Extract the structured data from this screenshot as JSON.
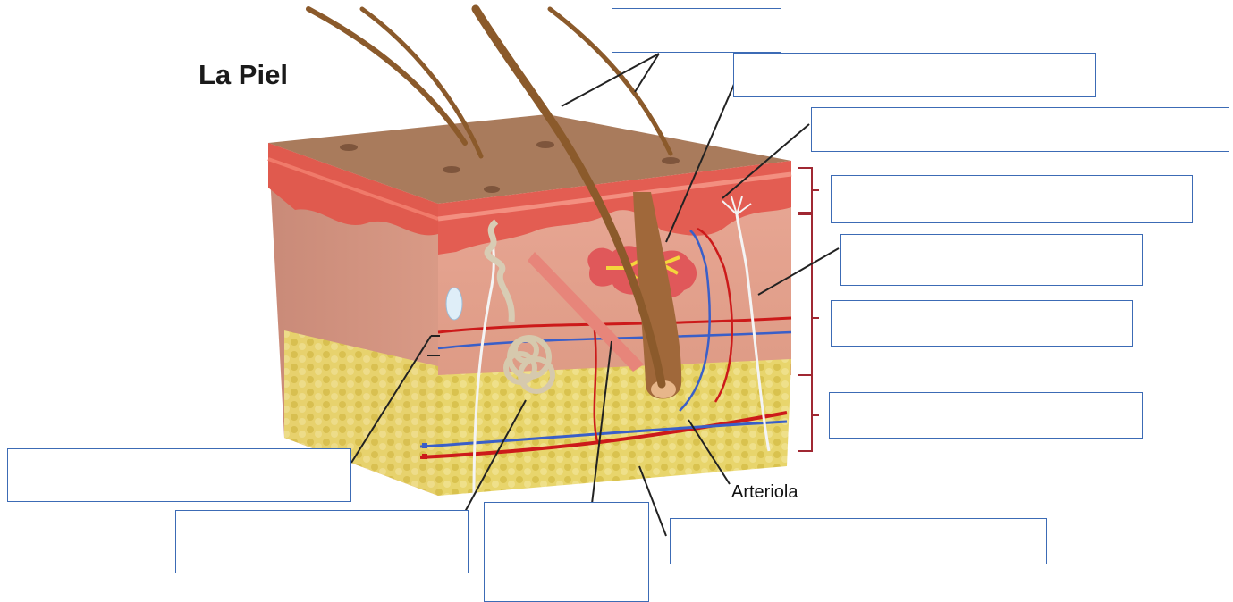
{
  "title": "La Piel",
  "caption": "Arteriola",
  "label_boxes": [
    {
      "id": "box-hair",
      "text": ""
    },
    {
      "id": "box-sebaceous-gland",
      "text": ""
    },
    {
      "id": "box-nerve-ending",
      "text": ""
    },
    {
      "id": "box-epidermis",
      "text": ""
    },
    {
      "id": "box-nerve-fiber",
      "text": ""
    },
    {
      "id": "box-dermis",
      "text": ""
    },
    {
      "id": "box-hypodermis",
      "text": ""
    },
    {
      "id": "box-vein",
      "text": ""
    },
    {
      "id": "box-sweat-gland",
      "text": ""
    },
    {
      "id": "box-arrector-muscle",
      "text": ""
    },
    {
      "id": "box-adipose-tissue",
      "text": ""
    }
  ],
  "colors": {
    "box_border": "#3c6bb5",
    "surface": "#a87a5a",
    "epidermis": "#e05a4e",
    "dermis": "#e4a08f",
    "fat": "#e6d266",
    "artery": "#cc1a1a",
    "vein": "#3a5fc8",
    "hair": "#8b5a2b"
  }
}
